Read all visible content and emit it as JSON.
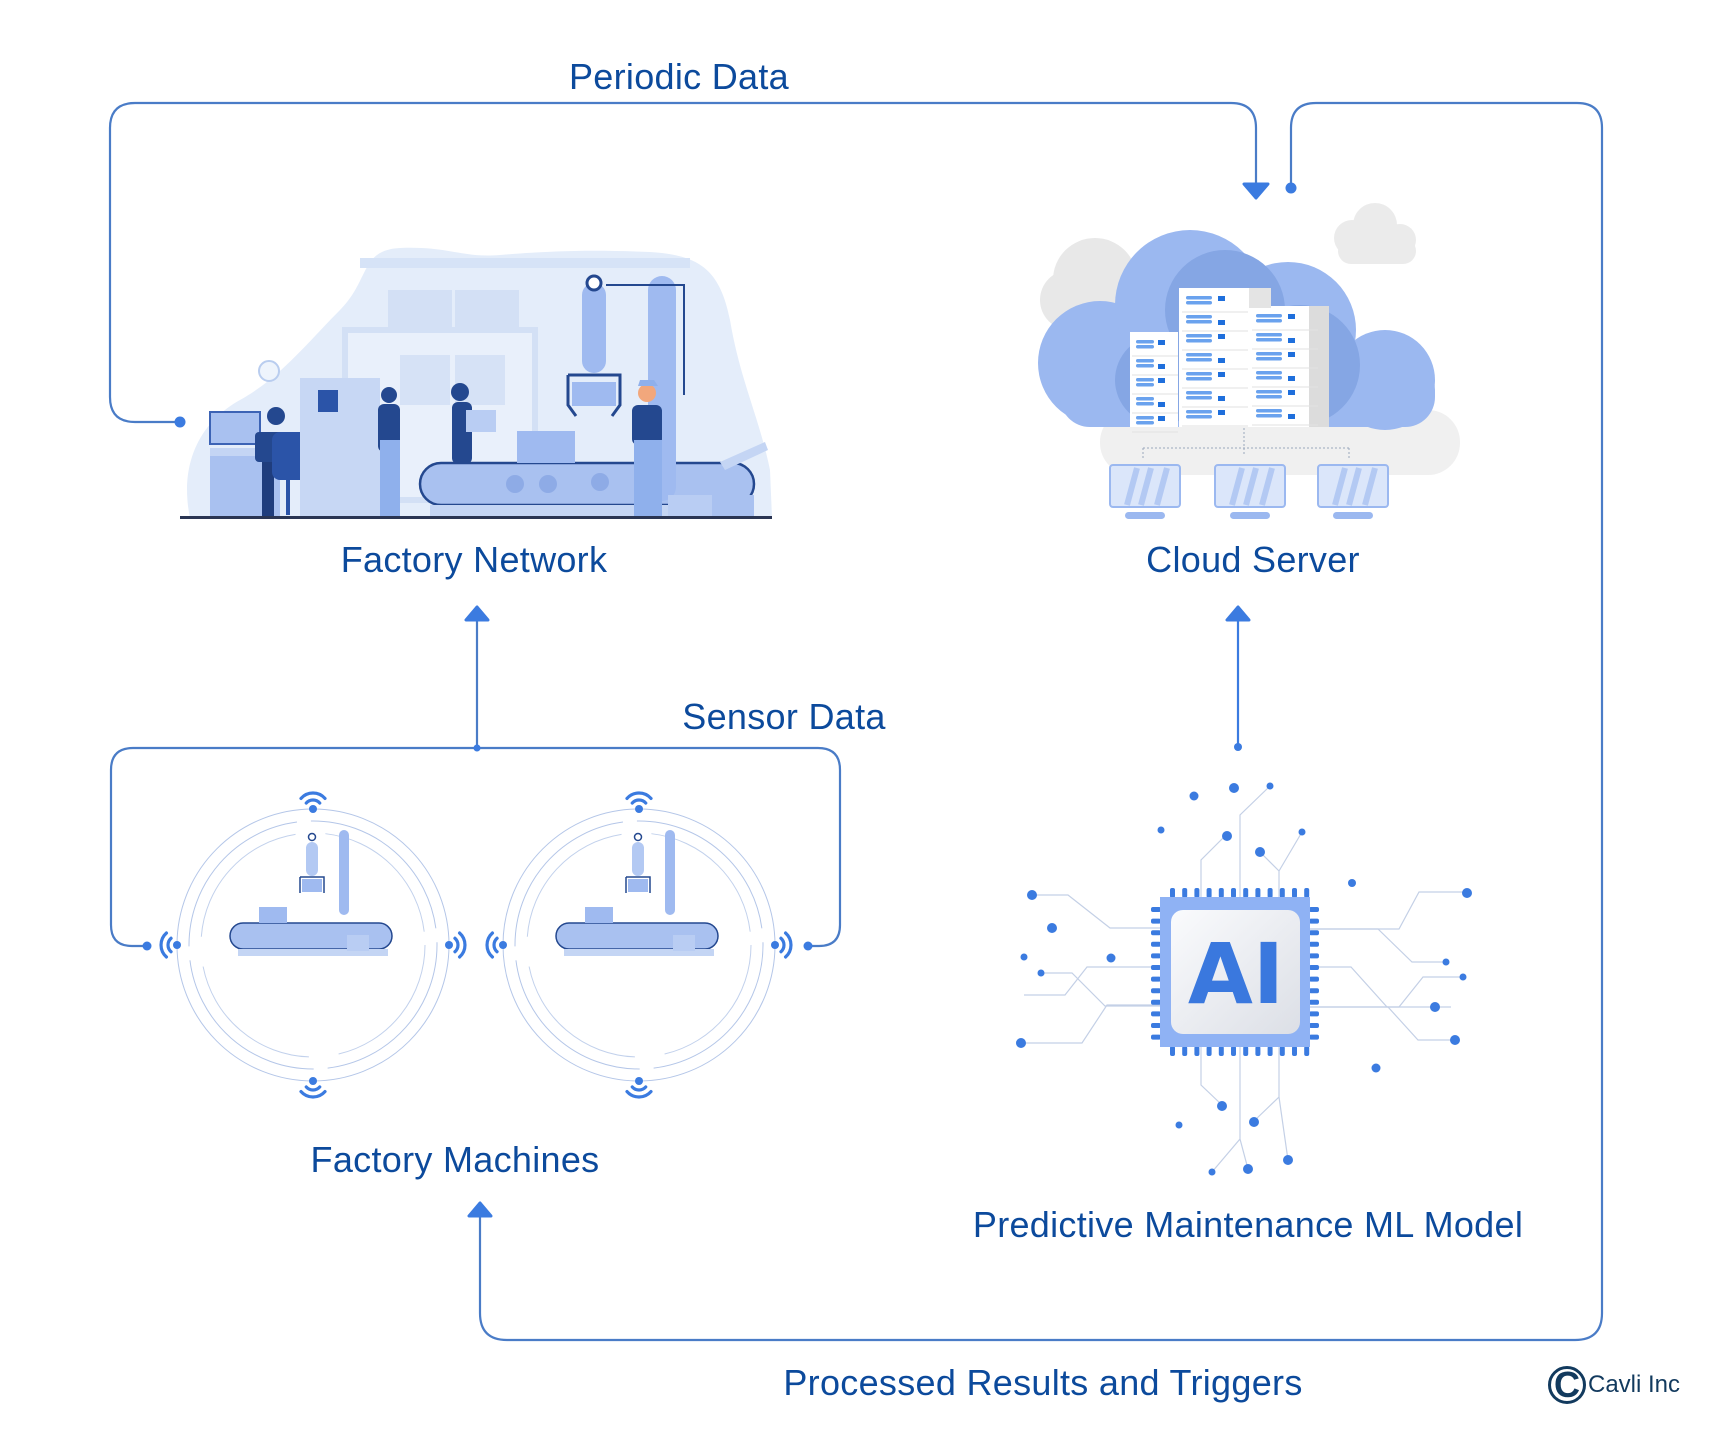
{
  "diagram": {
    "nodes": {
      "factory_network": {
        "label": "Factory Network"
      },
      "cloud_server": {
        "label": "Cloud Server"
      },
      "factory_machines": {
        "label": "Factory Machines"
      },
      "ml_model": {
        "label": "Predictive Maintenance ML Model",
        "chip_text": "AI"
      }
    },
    "edges": {
      "periodic_data": {
        "label": "Periodic Data",
        "from": "Factory Network",
        "to": "Cloud Server"
      },
      "sensor_data": {
        "label": "Sensor Data",
        "from": "Factory Machines",
        "to": "Factory Network"
      },
      "ml_to_cloud": {
        "label": "",
        "from": "Predictive Maintenance ML Model",
        "to": "Cloud Server"
      },
      "processed_results": {
        "label": "Processed Results and Triggers",
        "from": "Cloud Server",
        "to": "Factory Machines"
      }
    },
    "footer": {
      "copyright_symbol": "C",
      "company": "Cavli Inc"
    },
    "colors": {
      "connector": "#4a7cc7",
      "arrow_head": "#3b7be0",
      "label_text": "#0c4a9c",
      "illustration_light": "#dfe9f8",
      "illustration_mid": "#9bb8f0",
      "illustration_dark": "#24488f",
      "accent": "#3a78de",
      "gray_cloud": "#e8e8e8",
      "copyright": "#123a5e"
    }
  }
}
